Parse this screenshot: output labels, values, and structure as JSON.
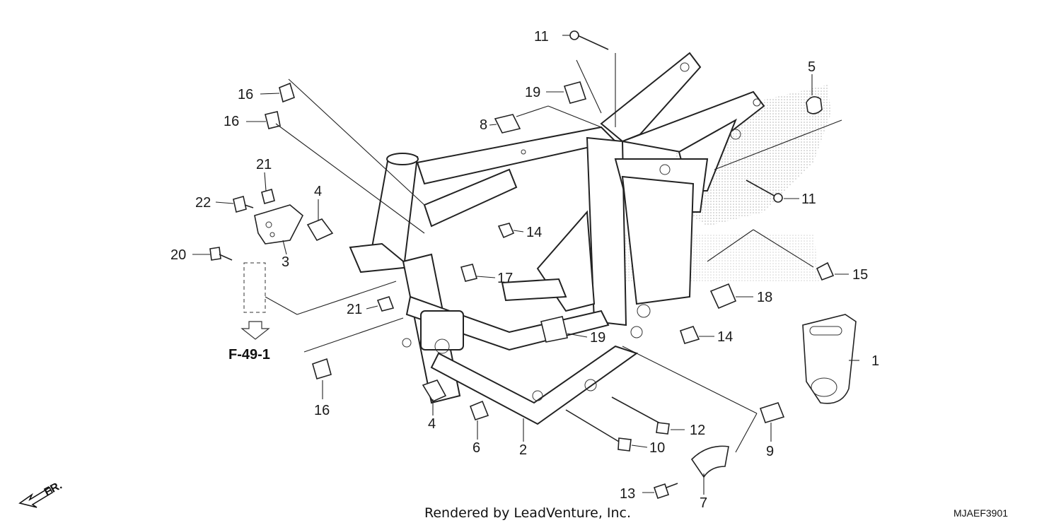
{
  "diagram": {
    "callouts": {
      "c1": "1",
      "c2": "2",
      "c3": "3",
      "c4a": "4",
      "c4b": "4",
      "c5": "5",
      "c6": "6",
      "c7": "7",
      "c8": "8",
      "c9": "9",
      "c10": "10",
      "c11a": "11",
      "c11b": "11",
      "c12": "12",
      "c13": "13",
      "c14a": "14",
      "c14b": "14",
      "c15": "15",
      "c16a": "16",
      "c16b": "16",
      "c16c": "16",
      "c17": "17",
      "c18": "18",
      "c19a": "19",
      "c19b": "19",
      "c20": "20",
      "c21a": "21",
      "c21b": "21",
      "c22": "22"
    },
    "reference": "F-49-1",
    "front_label": "FR.",
    "credit": "Rendered by LeadVenture, Inc.",
    "diagram_code": "MJAEF3901",
    "watermark_color": "#b5b5b5"
  }
}
